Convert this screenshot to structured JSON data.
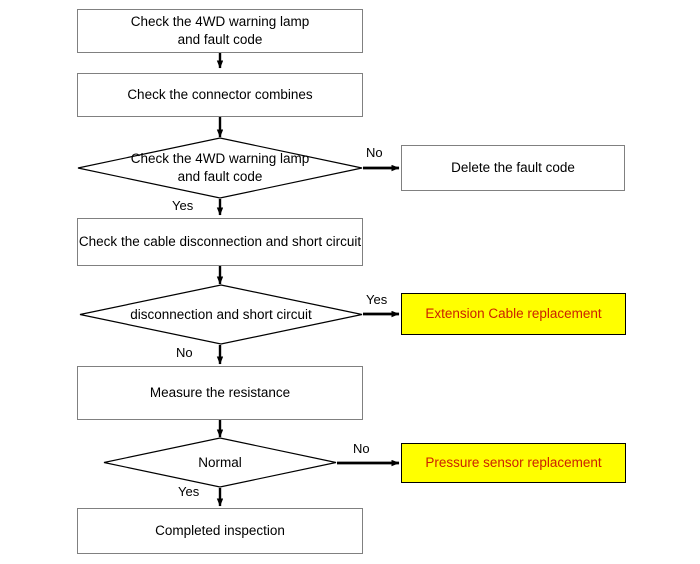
{
  "diagram": {
    "title": "4WD warning lamp fault diagnosis flowchart",
    "colors": {
      "process_fill": "#ffffff",
      "process_border": "#808080",
      "highlight_fill": "#ffff00",
      "highlight_border": "#000000",
      "highlight_text": "#cc2200",
      "line": "#000000",
      "text": "#000000",
      "background": "#ffffff"
    },
    "nodes": [
      {
        "id": "n1",
        "type": "process",
        "text": "Check the 4WD warning lamp\nand fault code"
      },
      {
        "id": "n2",
        "type": "process",
        "text": "Check the connector combines"
      },
      {
        "id": "d1",
        "type": "decision",
        "text": "Check the 4WD warning lamp\nand fault code"
      },
      {
        "id": "n3",
        "type": "process",
        "text": "Delete the fault code"
      },
      {
        "id": "n4",
        "type": "process",
        "text": "Check the cable disconnection and short circuit"
      },
      {
        "id": "d2",
        "type": "decision",
        "text": "disconnection and short circuit"
      },
      {
        "id": "n5",
        "type": "highlight",
        "text": "Extension Cable replacement"
      },
      {
        "id": "n6",
        "type": "process",
        "text": "Measure the resistance"
      },
      {
        "id": "d3",
        "type": "decision",
        "text": "Normal"
      },
      {
        "id": "n7",
        "type": "highlight",
        "text": "Pressure sensor replacement"
      },
      {
        "id": "n8",
        "type": "process",
        "text": "Completed inspection"
      }
    ],
    "edge_labels": {
      "d1_no": "No",
      "d1_yes": "Yes",
      "d2_yes": "Yes",
      "d2_no": "No",
      "d3_no": "No",
      "d3_yes": "Yes"
    },
    "node_text": {
      "n1_line1": "Check the 4WD warning lamp",
      "n1_line2": "and fault code",
      "n2": "Check the connector combines",
      "d1_line1": "Check the 4WD warning lamp",
      "d1_line2": "and fault code",
      "n3": "Delete the fault code",
      "n4": "Check the cable disconnection and short circuit",
      "d2": "disconnection and short circuit",
      "n5": "Extension Cable replacement",
      "n6": "Measure the resistance",
      "d3": "Normal",
      "n7": "Pressure sensor replacement",
      "n8": "Completed inspection"
    }
  }
}
